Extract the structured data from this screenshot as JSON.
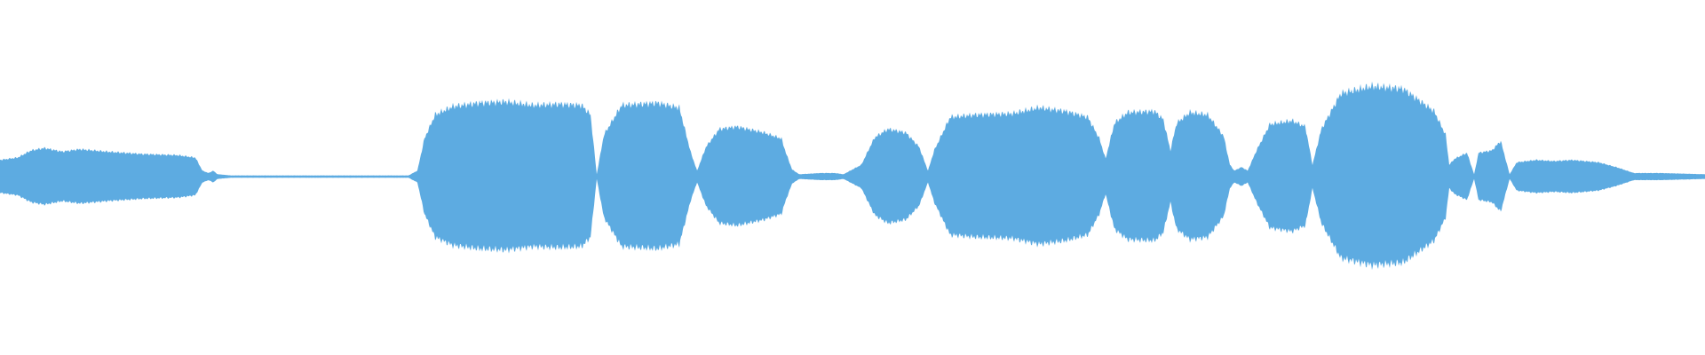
{
  "waveform": {
    "color": "#5dabe1",
    "background": "#ffffff",
    "envelope": [
      [
        0,
        0.14
      ],
      [
        20,
        0.16
      ],
      [
        35,
        0.22
      ],
      [
        50,
        0.24
      ],
      [
        70,
        0.21
      ],
      [
        90,
        0.23
      ],
      [
        120,
        0.21
      ],
      [
        160,
        0.19
      ],
      [
        200,
        0.18
      ],
      [
        220,
        0.16
      ],
      [
        228,
        0.05
      ],
      [
        235,
        0.03
      ],
      [
        240,
        0.05
      ],
      [
        245,
        0.02
      ],
      [
        260,
        0.01
      ],
      [
        300,
        0.01
      ],
      [
        400,
        0.01
      ],
      [
        460,
        0.01
      ],
      [
        470,
        0.05
      ],
      [
        478,
        0.32
      ],
      [
        490,
        0.52
      ],
      [
        510,
        0.59
      ],
      [
        540,
        0.62
      ],
      [
        570,
        0.63
      ],
      [
        600,
        0.6
      ],
      [
        630,
        0.61
      ],
      [
        655,
        0.6
      ],
      [
        665,
        0.52
      ],
      [
        672,
        0.02
      ],
      [
        680,
        0.35
      ],
      [
        700,
        0.6
      ],
      [
        740,
        0.62
      ],
      [
        765,
        0.58
      ],
      [
        778,
        0.2
      ],
      [
        785,
        0.05
      ],
      [
        795,
        0.25
      ],
      [
        810,
        0.4
      ],
      [
        830,
        0.42
      ],
      [
        860,
        0.37
      ],
      [
        880,
        0.32
      ],
      [
        885,
        0.2
      ],
      [
        892,
        0.06
      ],
      [
        900,
        0.02
      ],
      [
        925,
        0.03
      ],
      [
        940,
        0.03
      ],
      [
        950,
        0.02
      ],
      [
        970,
        0.1
      ],
      [
        985,
        0.33
      ],
      [
        1000,
        0.4
      ],
      [
        1020,
        0.37
      ],
      [
        1035,
        0.25
      ],
      [
        1045,
        0.05
      ],
      [
        1052,
        0.22
      ],
      [
        1070,
        0.5
      ],
      [
        1100,
        0.52
      ],
      [
        1140,
        0.53
      ],
      [
        1170,
        0.58
      ],
      [
        1200,
        0.55
      ],
      [
        1225,
        0.5
      ],
      [
        1238,
        0.32
      ],
      [
        1245,
        0.15
      ],
      [
        1255,
        0.45
      ],
      [
        1270,
        0.54
      ],
      [
        1300,
        0.55
      ],
      [
        1310,
        0.48
      ],
      [
        1318,
        0.22
      ],
      [
        1325,
        0.45
      ],
      [
        1340,
        0.54
      ],
      [
        1360,
        0.52
      ],
      [
        1378,
        0.34
      ],
      [
        1385,
        0.1
      ],
      [
        1390,
        0.05
      ],
      [
        1398,
        0.08
      ],
      [
        1405,
        0.05
      ],
      [
        1415,
        0.22
      ],
      [
        1430,
        0.44
      ],
      [
        1455,
        0.47
      ],
      [
        1470,
        0.42
      ],
      [
        1478,
        0.1
      ],
      [
        1488,
        0.4
      ],
      [
        1510,
        0.7
      ],
      [
        1545,
        0.76
      ],
      [
        1580,
        0.74
      ],
      [
        1615,
        0.55
      ],
      [
        1628,
        0.35
      ],
      [
        1632,
        0.1
      ],
      [
        1638,
        0.15
      ],
      [
        1652,
        0.2
      ],
      [
        1660,
        0.02
      ],
      [
        1665,
        0.2
      ],
      [
        1680,
        0.22
      ],
      [
        1690,
        0.3
      ],
      [
        1700,
        0.02
      ],
      [
        1708,
        0.12
      ],
      [
        1730,
        0.14
      ],
      [
        1750,
        0.13
      ],
      [
        1770,
        0.14
      ],
      [
        1800,
        0.12
      ],
      [
        1820,
        0.08
      ],
      [
        1840,
        0.03
      ],
      [
        1870,
        0.03
      ],
      [
        1920,
        0.02
      ]
    ]
  }
}
